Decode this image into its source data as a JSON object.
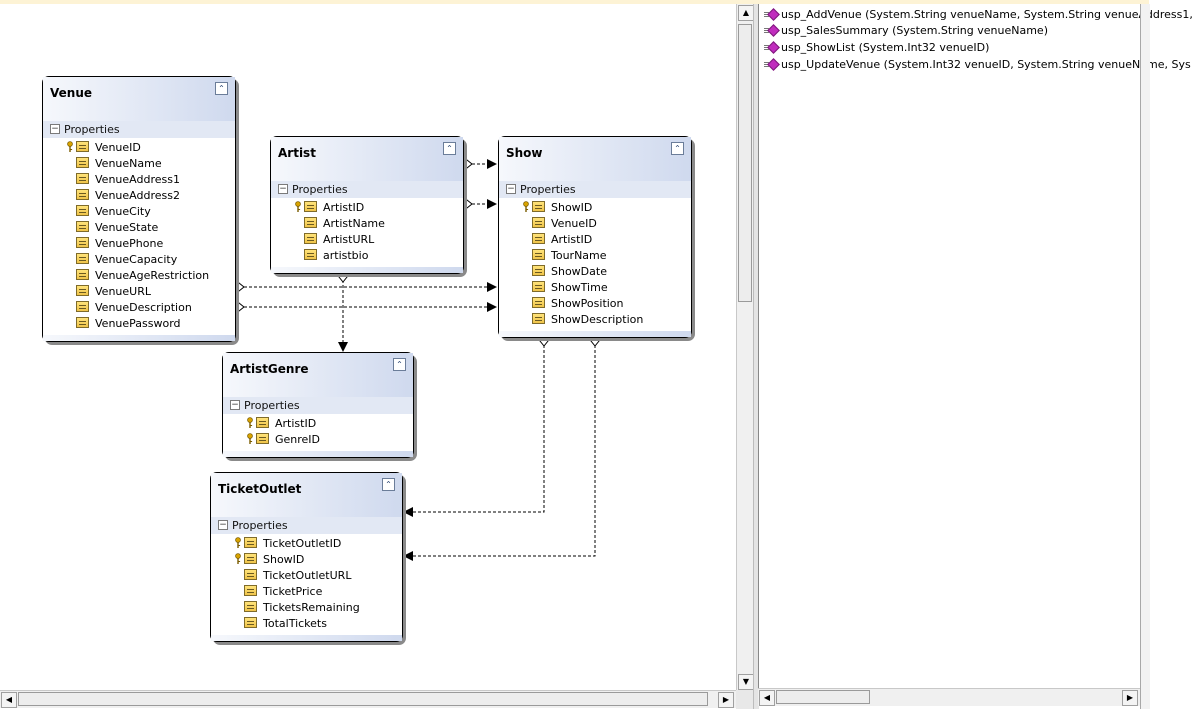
{
  "diagram": {
    "entities": {
      "venue": {
        "title": "Venue",
        "section": "Properties",
        "fields": [
          "VenueID",
          "VenueName",
          "VenueAddress1",
          "VenueAddress2",
          "VenueCity",
          "VenueState",
          "VenuePhone",
          "VenueCapacity",
          "VenueAgeRestriction",
          "VenueURL",
          "VenueDescription",
          "VenuePassword"
        ],
        "keys": [
          "VenueID"
        ]
      },
      "artist": {
        "title": "Artist",
        "section": "Properties",
        "fields": [
          "ArtistID",
          "ArtistName",
          "ArtistURL",
          "artistbio"
        ],
        "keys": [
          "ArtistID"
        ]
      },
      "show": {
        "title": "Show",
        "section": "Properties",
        "fields": [
          "ShowID",
          "VenueID",
          "ArtistID",
          "TourName",
          "ShowDate",
          "ShowTime",
          "ShowPosition",
          "ShowDescription"
        ],
        "keys": [
          "ShowID"
        ]
      },
      "artistgenre": {
        "title": "ArtistGenre",
        "section": "Properties",
        "fields": [
          "ArtistID",
          "GenreID"
        ],
        "keys": [
          "ArtistID",
          "GenreID"
        ]
      },
      "ticketoutlet": {
        "title": "TicketOutlet",
        "section": "Properties",
        "fields": [
          "TicketOutletID",
          "ShowID",
          "TicketOutletURL",
          "TicketPrice",
          "TicketsRemaining",
          "TotalTickets"
        ],
        "keys": [
          "TicketOutletID",
          "ShowID"
        ]
      }
    },
    "collapse_glyph": "⌃",
    "section_toggle_glyph": "−"
  },
  "methods": [
    "usp_AddVenue (System.String venueName, System.String venueAddress1,",
    "usp_SalesSummary (System.String venueName)",
    "usp_ShowList (System.Int32 venueID)",
    "usp_UpdateVenue (System.Int32 venueID, System.String venueName, Sys"
  ],
  "icons": {
    "field": "property-icon",
    "key": "primary-key-icon",
    "method": "stored-procedure-icon"
  },
  "colors": {
    "header_gradient_start": "#f6f8fc",
    "header_gradient_end": "#cfd9ee",
    "method_icon": "#c02cbd",
    "key_icon": "#d9a400"
  },
  "scroll": {
    "up": "▲",
    "down": "▼",
    "left": "◀",
    "right": "▶"
  }
}
